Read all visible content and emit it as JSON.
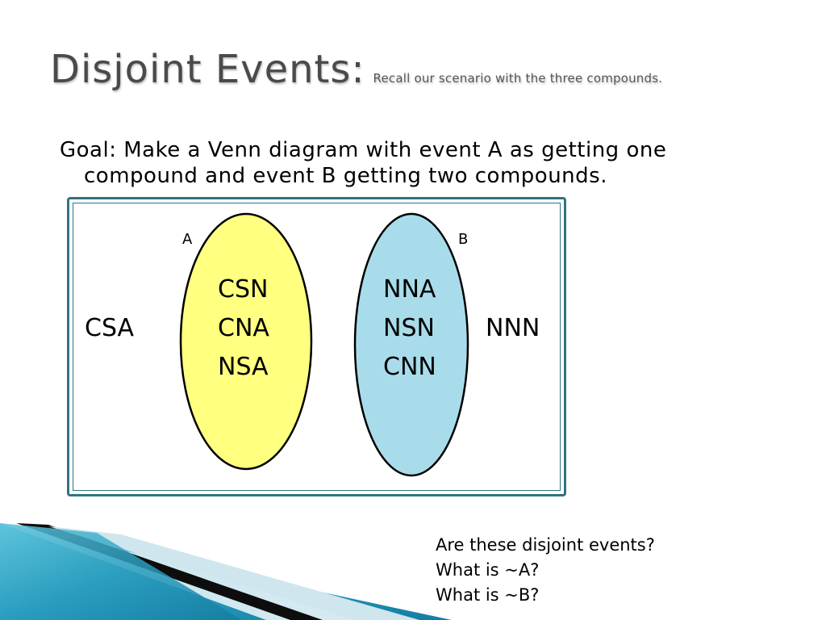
{
  "title": {
    "main": "Disjoint Events:",
    "subtitle": "Recall our scenario with the three compounds."
  },
  "goal": "Goal: Make a Venn diagram with event A as getting one compound and event B getting two compounds.",
  "venn": {
    "set_a": {
      "label": "A",
      "fill": "#ffff80",
      "items": [
        "CSN",
        "CNA",
        "NSA"
      ]
    },
    "set_b": {
      "label": "B",
      "fill": "#a8dceb",
      "items": [
        "NNA",
        "NSN",
        "CNN"
      ]
    },
    "outside_left": "CSA",
    "outside_right": "NNN"
  },
  "questions": [
    "Are these disjoint events?",
    "What is ~A?",
    "What is ~B?"
  ],
  "colors": {
    "title": "#4a4a4a",
    "box_border": "#2f7480",
    "deco_teal": "#2aa0c0",
    "deco_dark": "#0d0d0d"
  }
}
